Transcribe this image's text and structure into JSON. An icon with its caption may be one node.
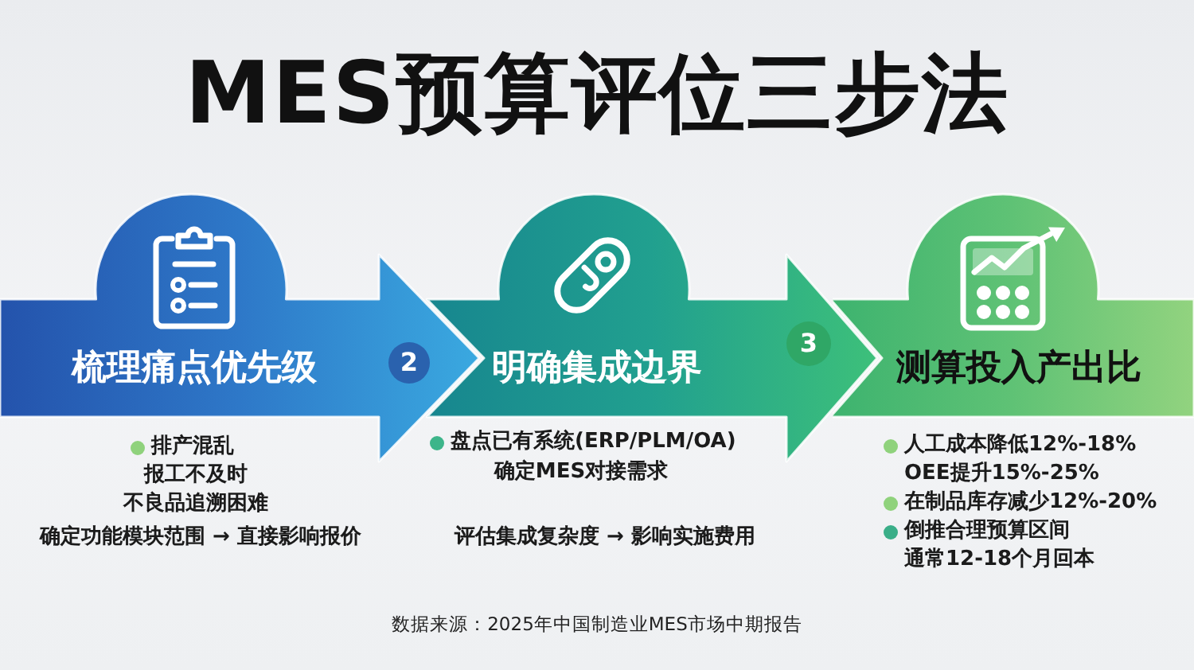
{
  "diagram": {
    "title": "MES预算评位三步法",
    "caption": "数据来源：2025年中国制造业MES市场中期报告",
    "nodes": [
      {
        "text": [
          "梳理痛点优先级"
        ],
        "beside": [
          "排产混乱",
          "报工不及时",
          "不良品追溯困难",
          "确定功能模块范围 → 直接影响报价"
        ]
      },
      {
        "text": [
          "2"
        ],
        "in": 0
      },
      {
        "text": [
          "明确集成边界"
        ],
        "beside": [
          "盘点已有系统(ERP/PLM/OA)",
          "确定MES对接需求",
          "评估集成复杂度 → 影响实施费用"
        ]
      },
      {
        "text": [
          "3"
        ],
        "in": 2
      },
      {
        "text": [
          "测算投入产出比"
        ],
        "beside": [
          "人工成本降低12%-18%",
          "OEE提升15%-25%",
          "在制品库存减少12%-20%",
          "倒推合理预算区间",
          "通常12-18个月回本"
        ]
      }
    ]
  }
}
